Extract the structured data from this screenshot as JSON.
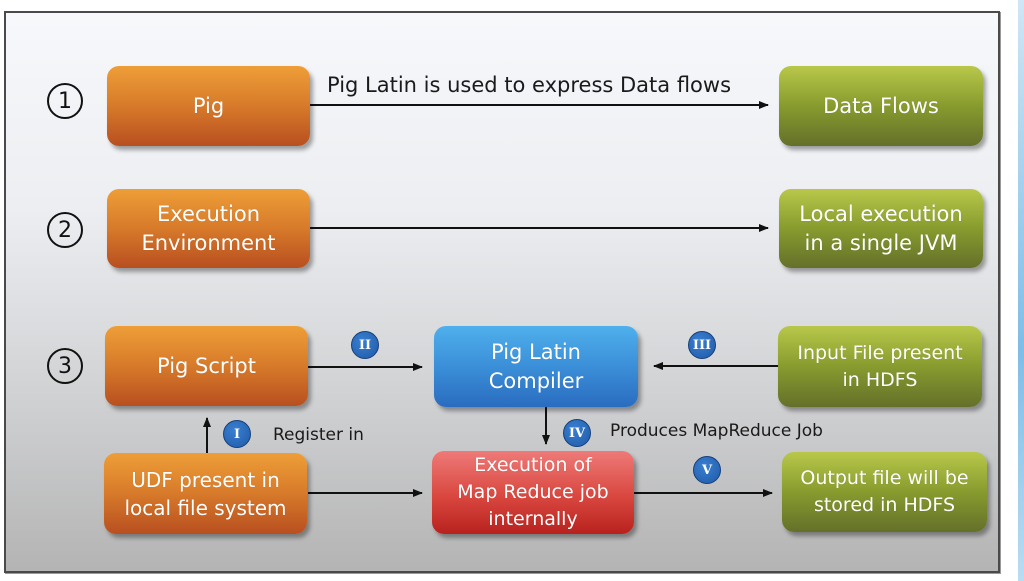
{
  "rows": [
    {
      "number": "1"
    },
    {
      "number": "2"
    },
    {
      "number": "3"
    }
  ],
  "boxes": {
    "pig": "Pig",
    "data_flows": "Data Flows",
    "exec_env": "Execution\nEnvironment",
    "local_exec": "Local execution\nin a single JVM",
    "pig_script": "Pig Script",
    "compiler": "Pig Latin\nCompiler",
    "input_file": "Input File present\nin HDFS",
    "udf": "UDF present in\nlocal file system",
    "mr_exec": "Execution of\nMap Reduce job\ninternally",
    "output_file": "Output file will be\nstored in HDFS"
  },
  "edge_labels": {
    "pig_to_dataflows": "Pig Latin is used to express Data flows",
    "register_in": "Register in",
    "produces_mr": "Produces MapReduce Job"
  },
  "steps": {
    "i": "I",
    "ii": "II",
    "iii": "III",
    "iv": "IV",
    "v": "V"
  },
  "colors": {
    "source_box": "#d77a2a",
    "target_box": "#879b2e",
    "compiler_box": "#3b8fd8",
    "execution_box": "#d9473f",
    "step_badge": "#1f5aa8"
  }
}
